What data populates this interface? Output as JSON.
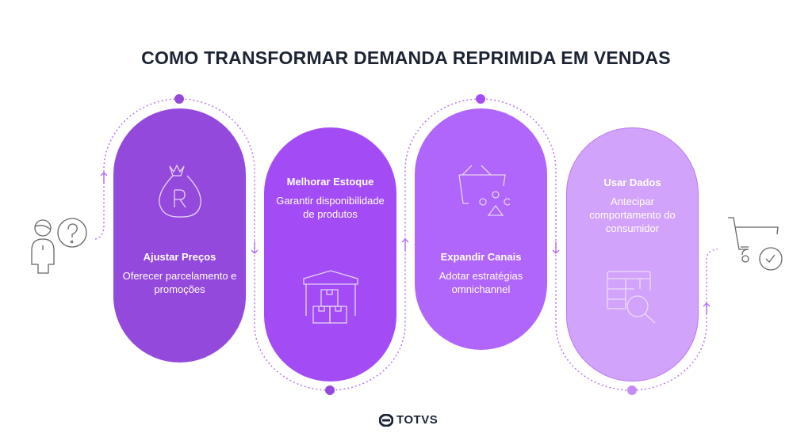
{
  "title": "COMO TRANSFORMAR DEMANDA REPRIMIDA EM VENDAS",
  "steps": [
    {
      "title": "Ajustar Preços",
      "description": "Oferecer parcelamento e promoções",
      "icon": "money-bag-icon",
      "color": "#9449DD"
    },
    {
      "title": "Melhorar Estoque",
      "description": "Garantir disponibilidade de produtos",
      "icon": "warehouse-icon",
      "color": "#A34CF5"
    },
    {
      "title": "Expandir Canais",
      "description": "Adotar estratégias omnichannel",
      "icon": "basket-icon",
      "color": "#B066FB"
    },
    {
      "title": "Usar Dados",
      "description": "Antecipar comportamento do consumidor",
      "icon": "data-search-icon",
      "color": "#D2A3FB"
    }
  ],
  "start_icon": "confused-person-icon",
  "end_icon": "cart-check-icon",
  "logo": "TOTVS"
}
